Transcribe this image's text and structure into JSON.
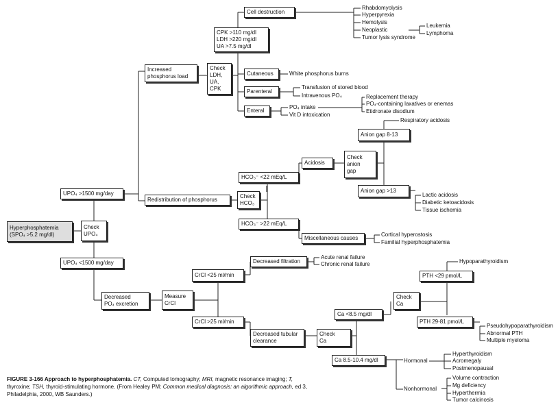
{
  "nodes": {
    "cell_destruction": "Cell destruction",
    "rhabdomyolysis": "Rhabdomyolysis",
    "hyperpyrexia": "Hyperpyrexia",
    "hemolysis": "Hemolysis",
    "neoplastic": "Neoplastic",
    "tumor_lysis": "Tumor lysis syndrome",
    "leukemia": "Leukemia",
    "lymphoma": "Lymphoma",
    "cpk": "CPK >110 mg/dl",
    "ldh": "LDH >220 mg/dl",
    "ua": "UA >7.5 mg/dl",
    "increased_load_1": "Increased",
    "increased_load_2": "phosphorus load",
    "check_labs": [
      "Check",
      "LDH,",
      "UA,",
      "CPK"
    ],
    "cutaneous": "Cutaneous",
    "white_phosphorus": "White phosphorus burns",
    "parenteral": "Parenteral",
    "transfusion": "Transfusion of stored blood",
    "intravenous_po4": "Intravenous PO₄",
    "enteral": "Enteral",
    "po4_intake": "PO₄ intake",
    "vitd": "Vit D intoxication",
    "replacement": "Replacement therapy",
    "po4_laxatives": "PO₄-containing laxatives or enemas",
    "etidronate": "Etidronate disodium",
    "respiratory_acidosis": "Respiratory acidosis",
    "anion_gap_813": "Anion gap 8-13",
    "acidosis": "Acidosis",
    "check_anion_gap": [
      "Check",
      "anion",
      "gap"
    ],
    "hco3_low": "HCO₃⁻ <22 mEq/L",
    "anion_gap_13": "Anion gap >13",
    "lactic": "Lactic acidosis",
    "diabetic": "Diabetic ketoacidosis",
    "tissue_ischemia": "Tissue ischemia",
    "upo4_high": "UPO₄ >1500 mg/day",
    "redistribution": "Redistribution of phosphorus",
    "check_hco3": [
      "Check",
      "HCO₃"
    ],
    "hyperphosphatemia_1": "Hyperphosphatemia",
    "hyperphosphatemia_2": "(SPO₄ >5.2 mg/dl)",
    "check_upo4": [
      "Check",
      "UPO₄"
    ],
    "hco3_high": "HCO₃⁻ >22 mEq/L",
    "misc_causes": "Miscellaneous causes",
    "cortical": "Cortical hyperostosis",
    "familial": "Familial hyperphosphatemia",
    "upo4_low": "UPO₄ <1500 mg/day",
    "decreased_filtration": "Decreased filtration",
    "acute_rf": "Acute renal failure",
    "chronic_rf": "Chronic renal failure",
    "crcl_low": "CrCl <25 ml/min",
    "hypopara": "Hypoparathyroidism",
    "pth_low": "PTH <29 pmol/L",
    "decreased_excretion": [
      "Decreased",
      "PO₄ excretion"
    ],
    "measure_crcl": [
      "Measure",
      "CrCl"
    ],
    "check_ca_upper": [
      "Check",
      "Ca"
    ],
    "ca_low": "Ca <8.5 mg/dl",
    "pth_mid": "PTH 29-81 pmol/L",
    "pseudohypopara": "Pseudohypoparathyroidism",
    "abnormal_pth": "Abnormal PTH",
    "multiple_myeloma": "Multiple myeloma",
    "crcl_high": "CrCl >25 ml/min",
    "decreased_tubular": [
      "Decreased tubular",
      "clearance"
    ],
    "check_ca_lower": [
      "Check",
      "Ca"
    ],
    "ca_normal": "Ca 8.5-10.4 mg/dl",
    "hormonal": "Hormonal",
    "hyperthyroidism": "Hyperthyroidism",
    "acromegaly": "Acromegaly",
    "postmenopausal": "Postmenopausal",
    "nonhormonal": "Nonhormonal",
    "volume_contraction": "Volume contraction",
    "mg_deficiency": "Mg deficiency",
    "hyperthermia": "Hyperthermia",
    "tumor_calcinosis": "Tumor calcinosis"
  },
  "caption": {
    "fig": "FIGURE 3-166 Approach to hyperphosphatemia.",
    "ct": "CT,",
    "ct_def": "Computed tomography;",
    "mri": "MRI,",
    "mri_def": "magnetic resonance imaging;",
    "t": "T,",
    "t_def": "thyroxine;",
    "tsh": "TSH,",
    "tsh_def": "thyroid-stimulating hormone. (From Healey PM:",
    "book": "Common medical diagnosis: an algorithmic approach,",
    "edition": "ed 3, Philadelphia, 2000, WB Saunders.)"
  }
}
